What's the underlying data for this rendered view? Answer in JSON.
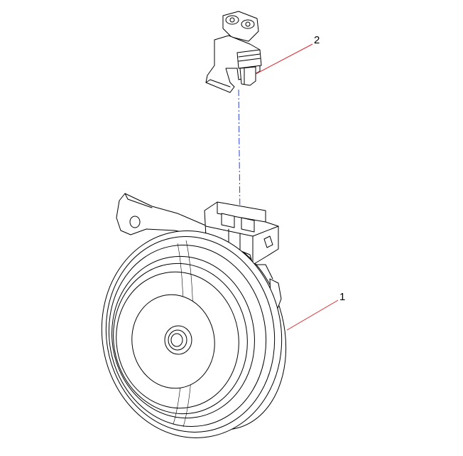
{
  "callouts": [
    {
      "label": "1",
      "part": "horn"
    },
    {
      "label": "2",
      "part": "connector"
    }
  ],
  "colors": {
    "leader_line": "#e0242b",
    "center_line": "#2a3fd0",
    "outline": "#000000"
  }
}
